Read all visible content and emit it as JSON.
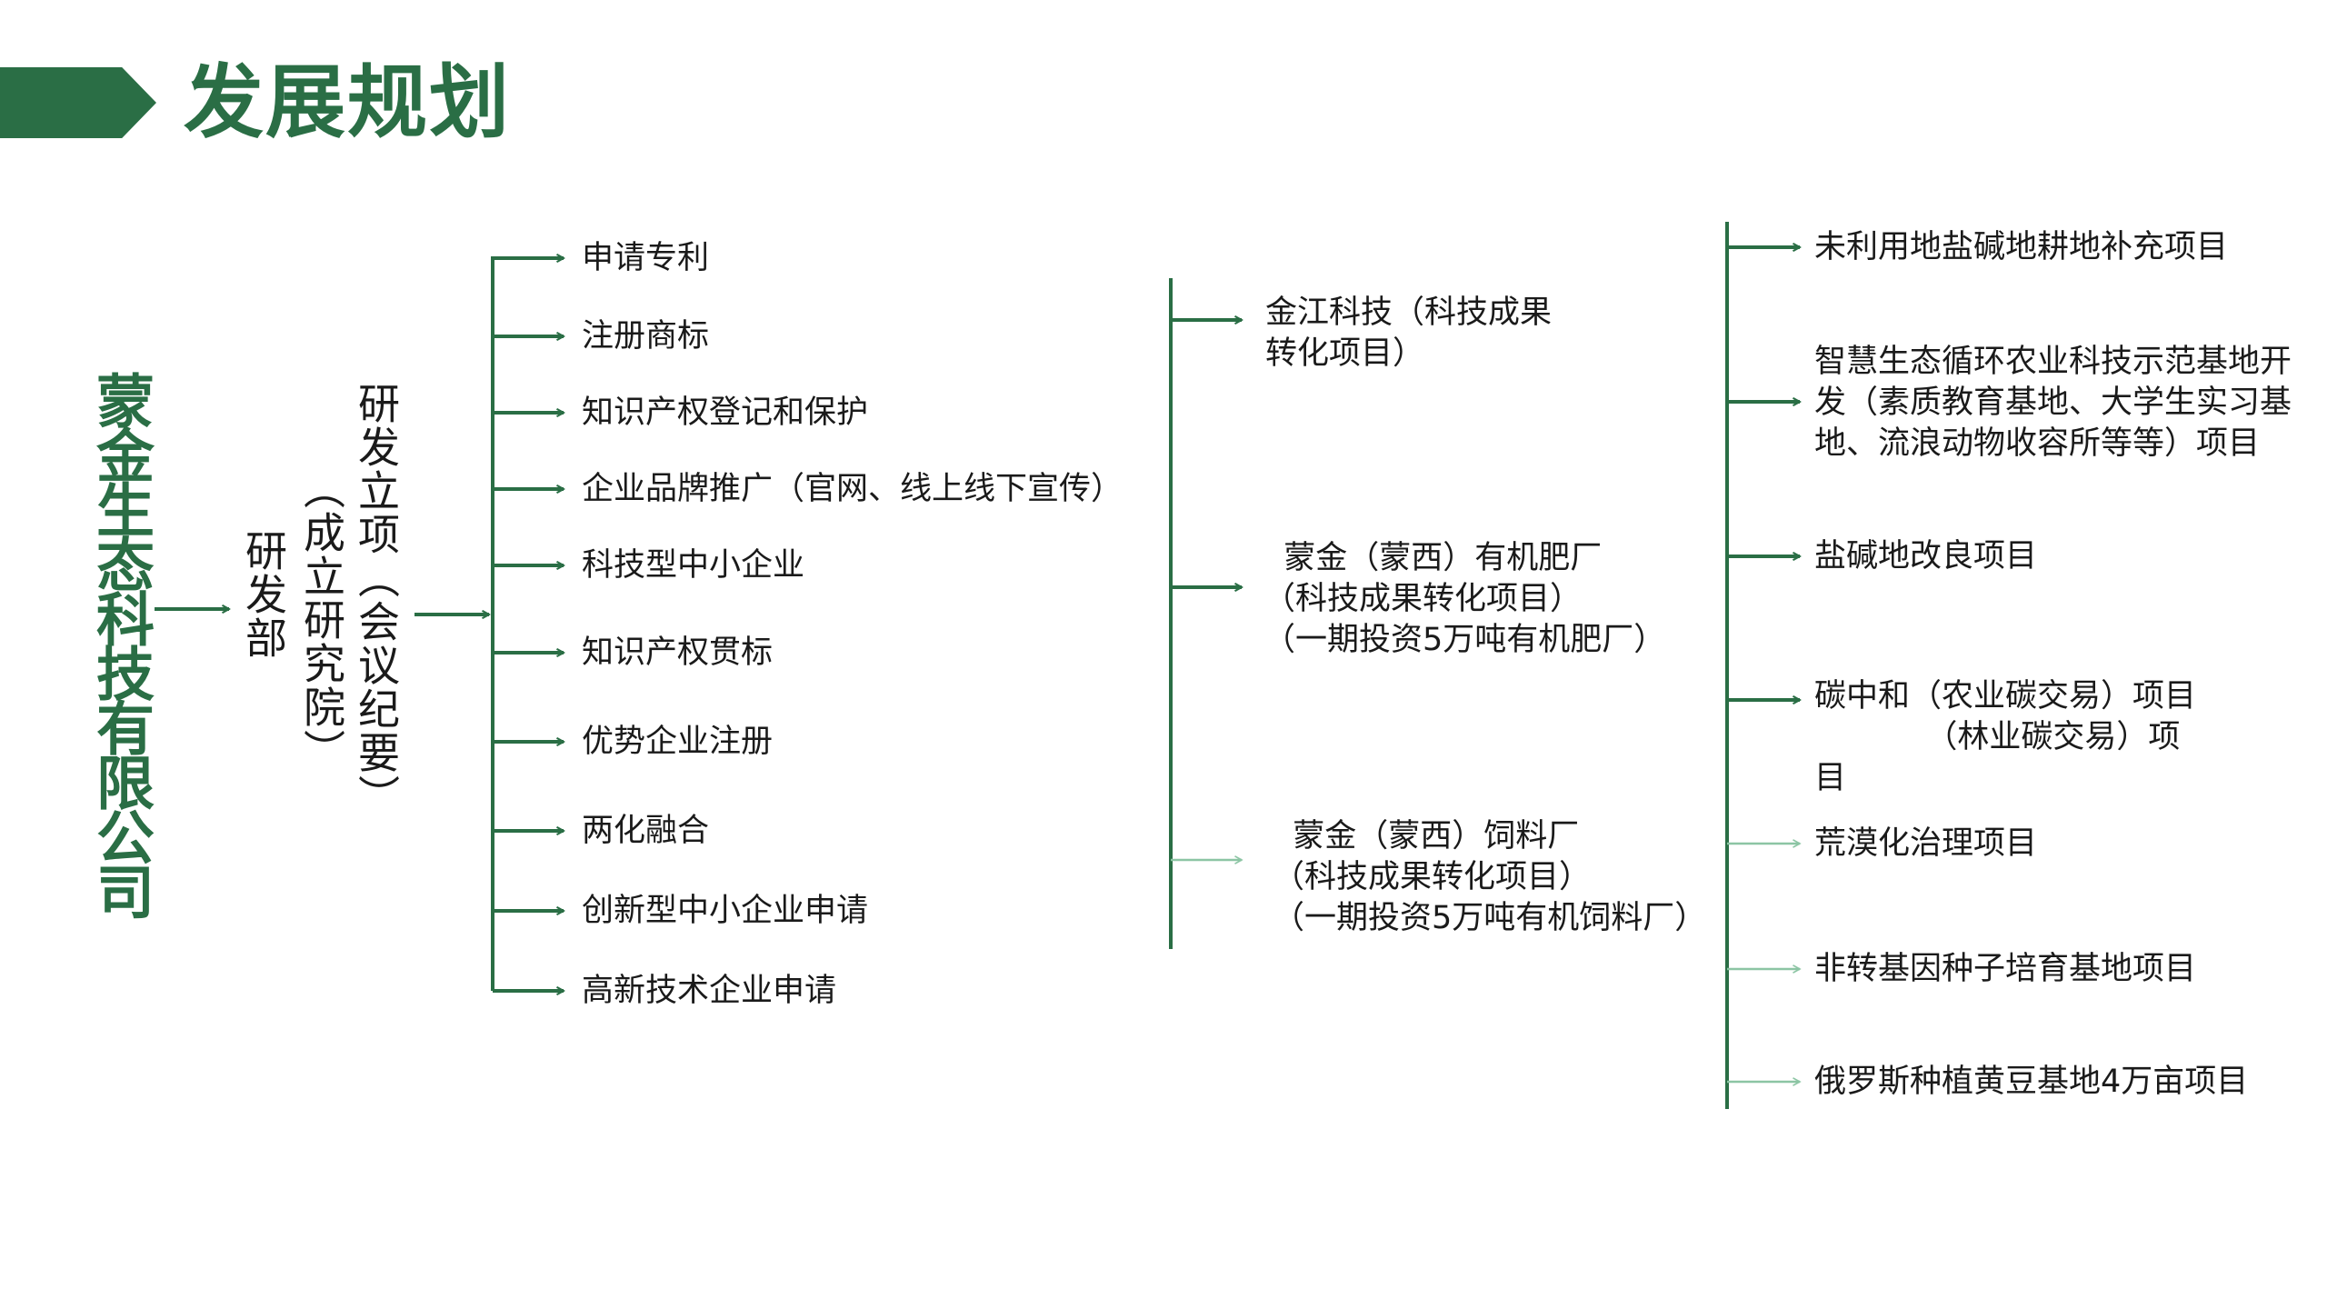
{
  "header": {
    "title": "发展规划"
  },
  "company": "蒙金生态科技有限公司",
  "dept": "研发部",
  "institute": "（成立研究院）",
  "project": "研发立项（会议纪要）",
  "colors": {
    "accent": "#2a6e45",
    "light_arrow": "#8cc5a4"
  },
  "col1_items": [
    "申请专利",
    "注册商标",
    "知识产权登记和保护",
    "企业品牌推广（官网、线上线下宣传）",
    "科技型中小企业",
    "知识产权贯标",
    "优势企业注册",
    "两化融合",
    "创新型中小企业申请",
    "高新技术企业申请"
  ],
  "col2_items": [
    {
      "lines": [
        "金江科技（科技成果",
        "转化项目）"
      ]
    },
    {
      "lines": [
        "  蒙金（蒙西）有机肥厂",
        "（科技成果转化项目）",
        "（一期投资5万吨有机肥厂）"
      ]
    },
    {
      "lines": [
        "  蒙金（蒙西）饲料厂",
        "（科技成果转化项目）",
        "（一期投资5万吨有机饲料厂）"
      ]
    }
  ],
  "col3_items": [
    {
      "lines": [
        "未利用地盐碱地耕地补充项目"
      ]
    },
    {
      "lines": [
        "智慧生态循环农业科技示范基地开",
        "发（素质教育基地、大学生实习基",
        "地、流浪动物收容所等等）项目"
      ]
    },
    {
      "lines": [
        "盐碱地改良项目"
      ]
    },
    {
      "lines": [
        "碳中和（农业碳交易）项目",
        "           （林业碳交易）项",
        "目"
      ]
    },
    {
      "lines": [
        "荒漠化治理项目"
      ]
    },
    {
      "lines": [
        "非转基因种子培育基地项目"
      ]
    },
    {
      "lines": [
        "俄罗斯种植黄豆基地4万亩项目"
      ]
    }
  ]
}
